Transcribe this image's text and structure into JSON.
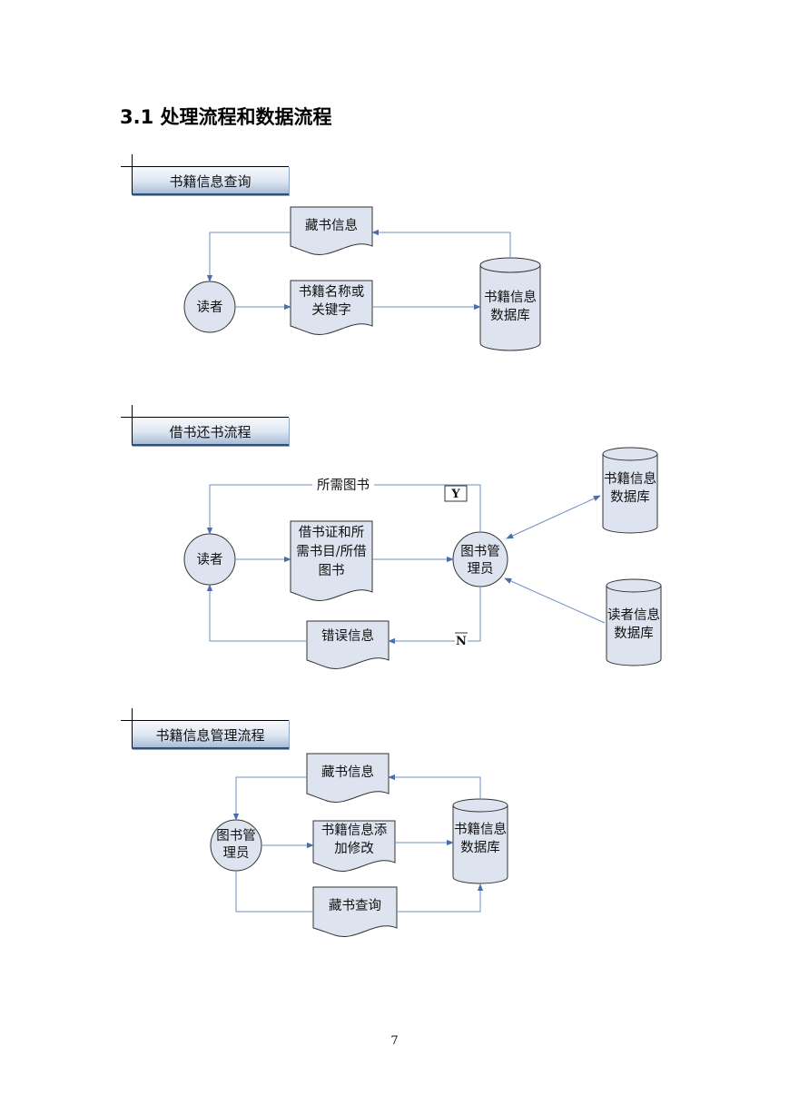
{
  "heading": "3.1 处理流程和数据流程",
  "sections": [
    {
      "title": "书籍信息查询"
    },
    {
      "title": "借书还书流程"
    },
    {
      "title": "书籍信息管理流程"
    }
  ],
  "flow1": {
    "doc_top": "藏书信息",
    "reader": "读者",
    "doc_mid": [
      "书籍名称或",
      "关键字"
    ],
    "db": [
      "书籍信息",
      "数据库"
    ]
  },
  "flow2": {
    "reader": "读者",
    "doc_mid": [
      "借书证和所",
      "需书目/所借",
      "图书"
    ],
    "admin": [
      "图书管",
      "理员"
    ],
    "db_books": [
      "书籍信息",
      "数据库"
    ],
    "db_readers": [
      "读者信息",
      "数据库"
    ],
    "doc_error": "错误信息",
    "edge_needed": "所需图书",
    "edge_yes": "Y",
    "edge_no": "N"
  },
  "flow3": {
    "doc_top": "藏书信息",
    "admin": [
      "图书管",
      "理员"
    ],
    "doc_mid": [
      "书籍信息添",
      "加修改"
    ],
    "db": [
      "书籍信息",
      "数据库"
    ],
    "doc_bottom": "藏书查询"
  },
  "colors": {
    "shape_fill": "#dde4ef",
    "shape_stroke": "#333333",
    "connector": "#6f8fbf",
    "arrowhead": "#4a6fa8"
  },
  "page_number": "7"
}
